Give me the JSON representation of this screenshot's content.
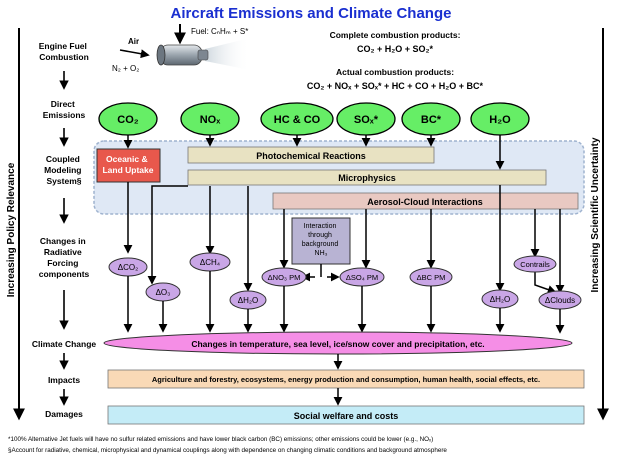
{
  "title": "Aircraft Emissions and Climate Change",
  "left_axis_label": "Increasing Policy Relevance",
  "right_axis_label": "Increasing Scientific Uncertainty",
  "rows": {
    "engine_fuel_combustion": [
      "Engine Fuel",
      "Combustion"
    ],
    "direct_emissions": [
      "Direct",
      "Emissions"
    ],
    "coupled_modeling": [
      "Coupled",
      "Modeling",
      "System§"
    ],
    "radiative_forcing": [
      "Changes in",
      "Radiative",
      "Forcing",
      "components"
    ],
    "climate_change": "Climate Change",
    "impacts": "Impacts",
    "damages": "Damages"
  },
  "engine": {
    "air_label": "Air",
    "inputs_label": "N₂ + O₂",
    "fuel_label": "Fuel: CₙHₘ + S*"
  },
  "complete_combustion": {
    "heading": "Complete combustion products:",
    "formula": "CO₂ + H₂O + SO₂*"
  },
  "actual_combustion": {
    "heading": "Actual combustion products:",
    "formula": "CO₂ + NOₓ + SOₓ* + HC + CO + H₂O + BC*"
  },
  "emissions": [
    "CO₂",
    "NOₓ",
    "HC & CO",
    "SOₓ*",
    "BC*",
    "H₂O"
  ],
  "processes": {
    "oceanic": [
      "Oceanic &",
      "Land Uptake"
    ],
    "photochemical": "Photochemical Reactions",
    "microphysics": "Microphysics",
    "aerosol_cloud": "Aerosol-Cloud Interactions",
    "interaction": [
      "Interaction",
      "through",
      "background",
      "NH₃"
    ]
  },
  "forcing": {
    "dco2": "ΔCO₂",
    "dch4": "ΔCH₄",
    "do3": "ΔO₃",
    "dh2o_left": "ΔH₂O",
    "dno3": "ΔNO₃ PM",
    "dso4": "ΔSO₄ PM",
    "dbc": "ΔBC PM",
    "contrails": "Contrails",
    "dh2o_right": "ΔH₂O",
    "dclouds": "ΔClouds"
  },
  "climate_change_text": "Changes in temperature, sea level, ice/snow cover and precipitation, etc.",
  "impacts_text": "Agriculture and forestry, ecosystems, energy production and consumption, human health, social effects, etc.",
  "damages_text": "Social welfare and costs",
  "footnotes": [
    "*100% Alternative Jet fuels will have no sulfur related emissions and have lower black carbon (BC) emissions; other emissions could be lower (e.g., NOₓ)",
    "§Account for radiative, chemical, microphysical and dynamical couplings along with dependence on changing climatic conditions and background atmosphere"
  ],
  "colors": {
    "title": "#1a2fd0",
    "emission_fill": "#66ee66",
    "modeling_bg": "#dfe8f5",
    "modeling_border": "#9fb3cf",
    "bar_fill": "#e8e2c2",
    "aerosol_fill": "#e9c9c2",
    "oceanic_fill": "#e8584c",
    "forcing_fill": "#c9a6e6",
    "climate_fill": "#f58ee6",
    "impacts_fill": "#f9d9b6",
    "damages_fill": "#c4ecf7"
  }
}
